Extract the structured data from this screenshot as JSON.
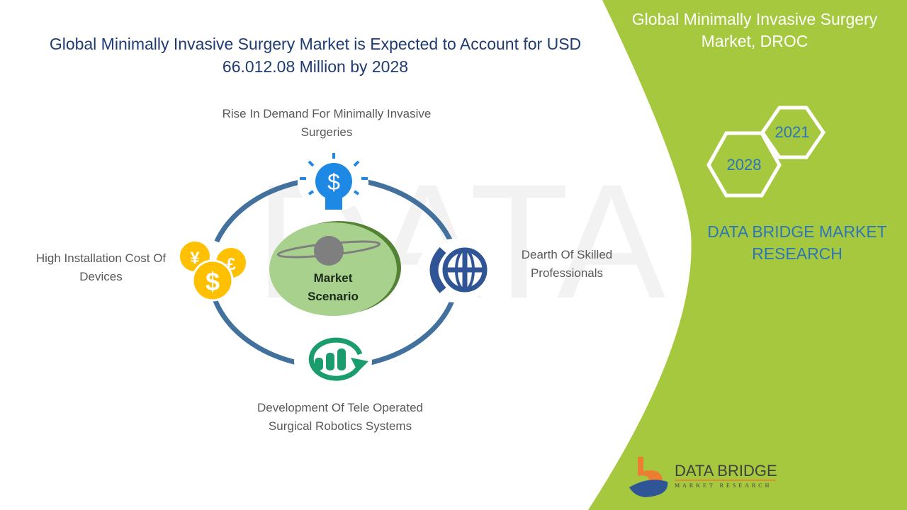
{
  "title": "Global Minimally Invasive Surgery Market is Expected to Account for USD 66.012.08 Million by 2028",
  "panel": {
    "title": "Global Minimally Invasive Surgery Market, DROC",
    "year_a": "2021",
    "year_b": "2028",
    "brand": "DATA BRIDGE MARKET RESEARCH"
  },
  "center": {
    "line1": "Market",
    "line2": "Scenario"
  },
  "factors": {
    "top": "Rise In Demand For Minimally Invasive Surgeries",
    "right": "Dearth Of Skilled Professionals",
    "bottom": "Development Of Tele Operated Surgical Robotics Systems",
    "left": "High Installation Cost Of Devices"
  },
  "logo": {
    "name": "DATA BRIDGE",
    "tagline": "MARKET RESEARCH"
  },
  "colors": {
    "green": "#a5c83f",
    "ring": "#41719c",
    "navy": "#1f3b73"
  }
}
